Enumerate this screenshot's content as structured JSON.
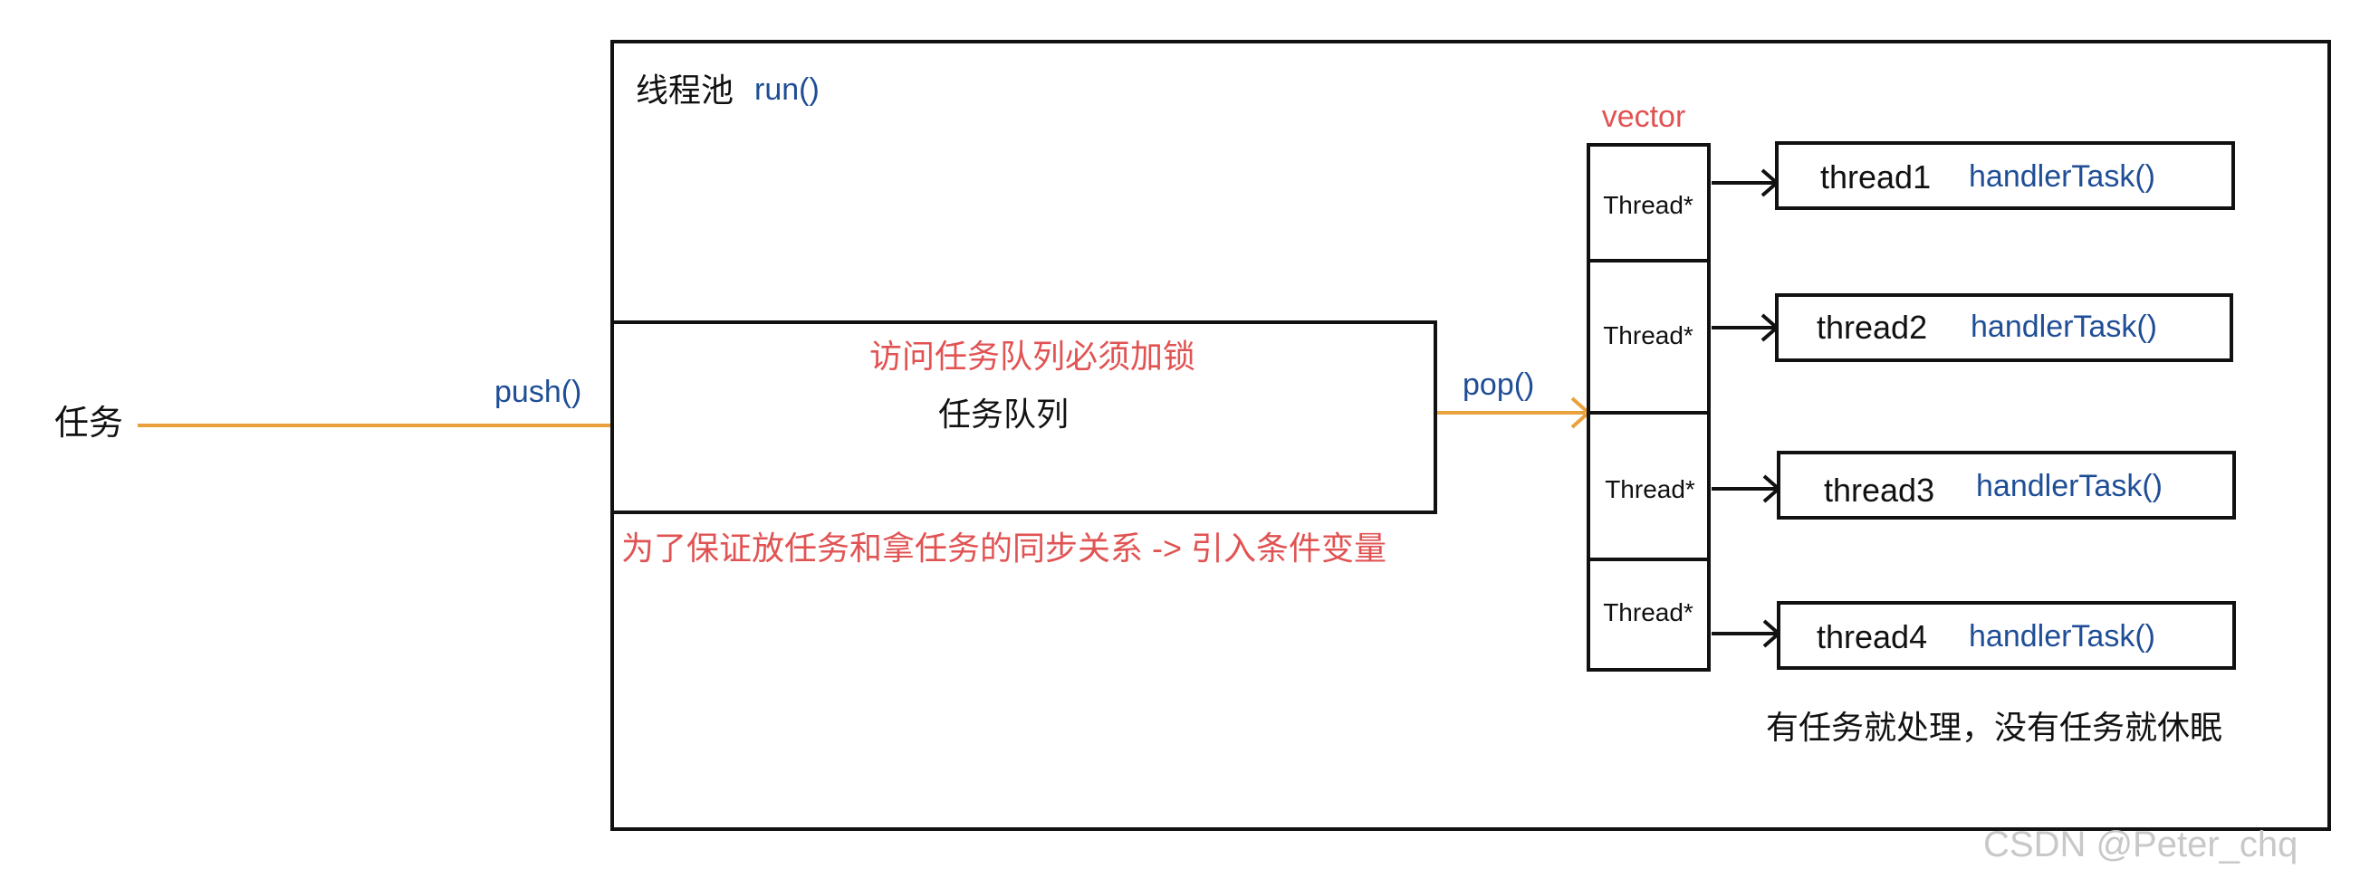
{
  "pool": {
    "title": "线程池",
    "method": "run()"
  },
  "input": {
    "label": "任务",
    "push": "push()"
  },
  "queue": {
    "lock_note": "访问任务队列必须加锁",
    "label": "任务队列",
    "sync_note": "为了保证放任务和拿任务的同步关系 -> 引入条件变量"
  },
  "pop": "pop()",
  "vector": {
    "label": "vector",
    "cells": [
      "Thread*",
      "Thread*",
      "Thread*",
      "Thread*"
    ]
  },
  "threads": [
    {
      "name": "thread1",
      "handler": "handlerTask()"
    },
    {
      "name": "thread2",
      "handler": "handlerTask()"
    },
    {
      "name": "thread3",
      "handler": "handlerTask()"
    },
    {
      "name": "thread4",
      "handler": "handlerTask()"
    }
  ],
  "behavior_note": "有任务就处理，没有任务就休眠",
  "watermark": "CSDN @Peter_chq",
  "colors": {
    "orange": "#e9a23b",
    "blue": "#1f4e96",
    "red": "#e15353"
  }
}
